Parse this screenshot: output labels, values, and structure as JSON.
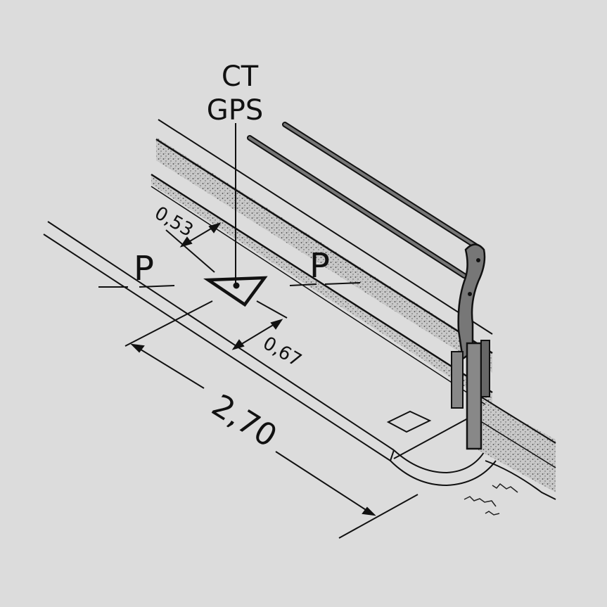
{
  "station": {
    "line1": "CT",
    "line2": "GPS"
  },
  "section_marks": {
    "left": "P",
    "right": "P"
  },
  "dimensions": {
    "offset_top": "0,53",
    "offset_marker": "0,67",
    "width": "2,70"
  },
  "colors": {
    "background": "#dcdcdc",
    "ink": "#111111",
    "shade": "#8a8a8a",
    "rail": "#555555"
  }
}
